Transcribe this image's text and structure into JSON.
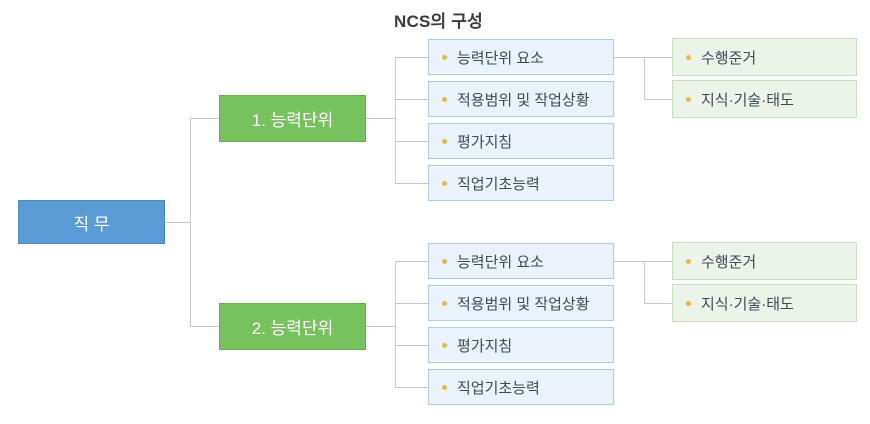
{
  "title": "NCS의 구성",
  "colors": {
    "root_fill": "#5b9bd5",
    "unit_fill": "#77c15e",
    "item_fill": "#eaf3fc",
    "item_border": "#aecde8",
    "detail_fill": "#ecf4e9",
    "detail_border": "#c8ddc3",
    "bullet": "#e8b64c",
    "connector": "#c9c9c9",
    "title_text": "#3b3b3b",
    "box_text": "#3f4a58"
  },
  "root": {
    "label": "직 무"
  },
  "groups": [
    {
      "unit_label": "1. 능력단위",
      "items": [
        "능력단위 요소",
        "적용범위 및 작업상황",
        "평가지침",
        "직업기초능력"
      ],
      "details": [
        "수행준거",
        "지식·기술·태도"
      ]
    },
    {
      "unit_label": "2. 능력단위",
      "items": [
        "능력단위 요소",
        "적용범위 및 작업상황",
        "평가지침",
        "직업기초능력"
      ],
      "details": [
        "수행준거",
        "지식·기술·태도"
      ]
    }
  ]
}
